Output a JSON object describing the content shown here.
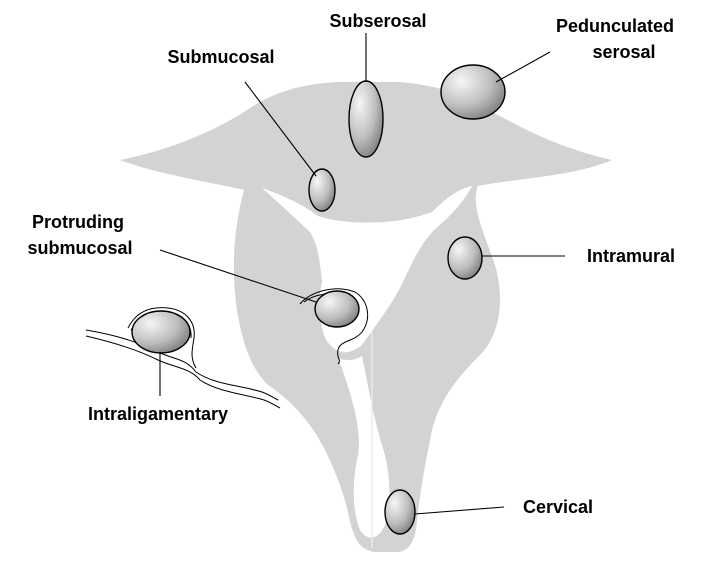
{
  "diagram": {
    "labels": {
      "subserosal": "Subserosal",
      "pedunculated_line1": "Pedunculated",
      "pedunculated_line2": "serosal",
      "submucosal": "Submucosal",
      "protruding_line1": "Protruding",
      "protruding_line2": "submucosal",
      "intramural": "Intramural",
      "intraligamentary": "Intraligamentary",
      "cervical": "Cervical"
    },
    "colors": {
      "uterus": "#d3d3d3",
      "cavity": "#ffffff",
      "fibroid_light": "#f4f4f4",
      "fibroid_dark": "#7a7a7a",
      "outline": "#000000"
    }
  }
}
